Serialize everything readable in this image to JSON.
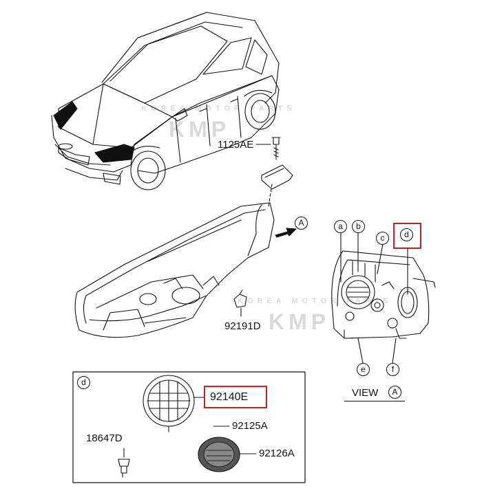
{
  "parts": {
    "bolt": "1125AE",
    "bracket": "92191D",
    "bulb_cap": "92140E",
    "bulb_holder": "92125A",
    "bulb_cover": "92126A",
    "bulb": "18647D"
  },
  "callouts": {
    "a": "a",
    "b": "b",
    "c": "c",
    "d": "d",
    "e": "e",
    "f": "f",
    "detail_d": "d"
  },
  "view": {
    "arrow_ref": "A",
    "label": "VIEW",
    "label_ref": "A"
  },
  "watermark": {
    "top_small": "KOREA MOTOR PARTS",
    "top_big": "KMP",
    "right_small": "KOREA MOTOR PARTS",
    "right_big": "KMP"
  },
  "colors": {
    "highlight": "#d21b1b",
    "line": "#111111"
  }
}
